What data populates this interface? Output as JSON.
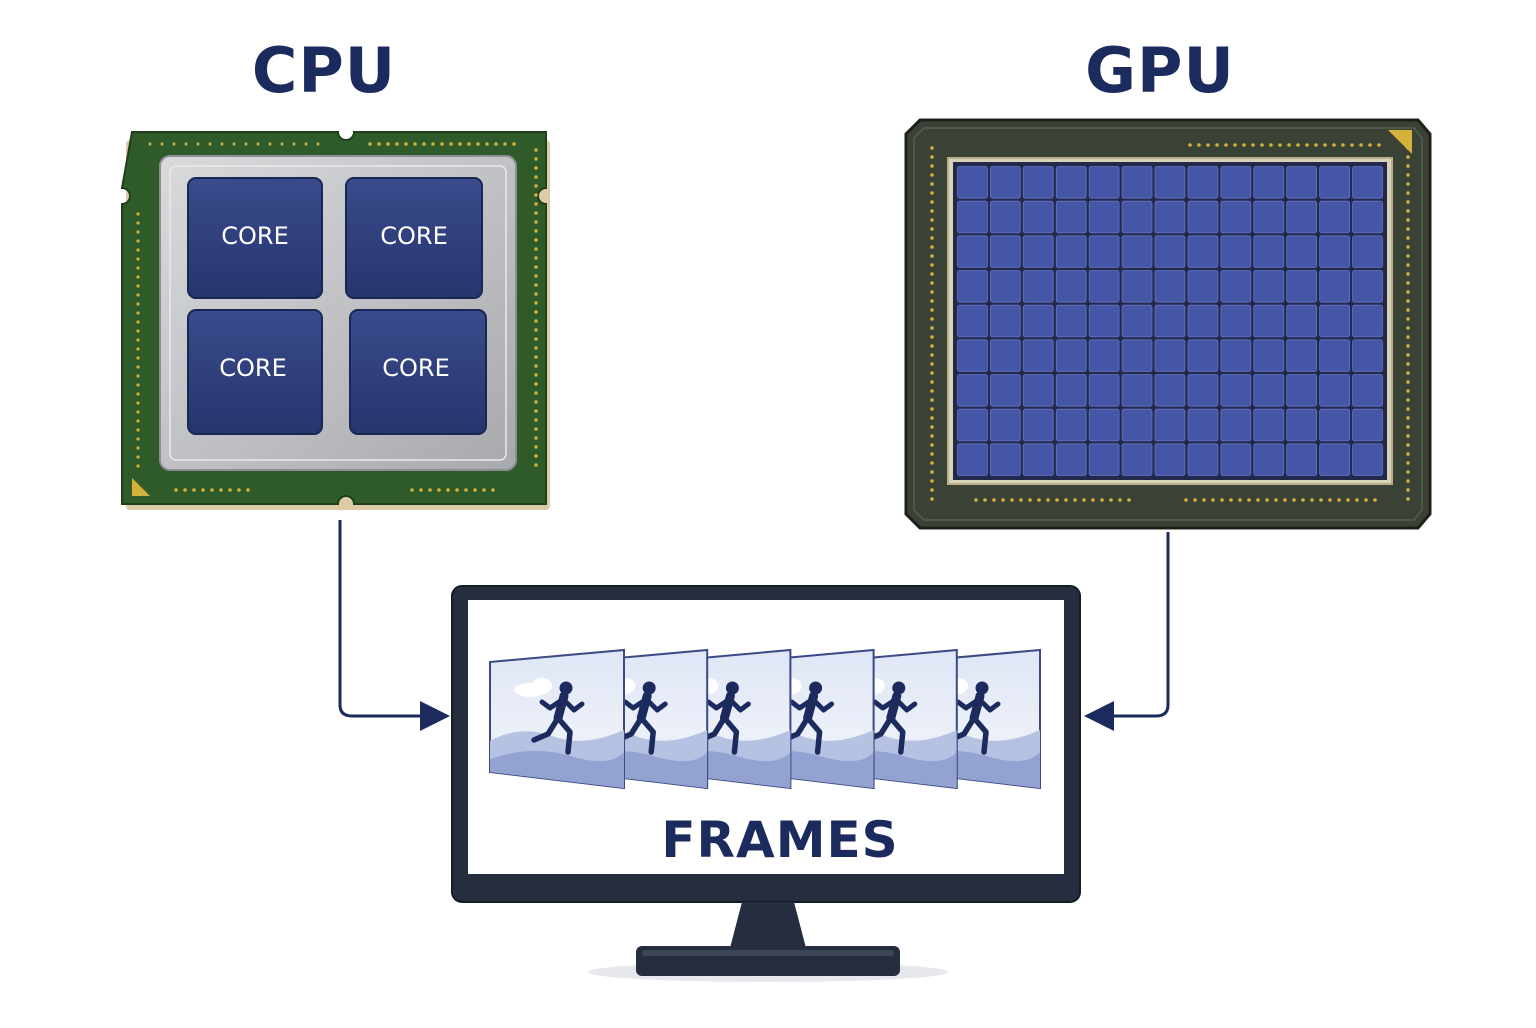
{
  "cpu": {
    "title": "CPU",
    "cores": [
      "CORE",
      "CORE",
      "CORE",
      "CORE"
    ]
  },
  "gpu": {
    "title": "GPU",
    "grid_columns": 13,
    "grid_rows": 9
  },
  "monitor": {
    "label": "FRAMES",
    "frame_count": 6
  },
  "colors": {
    "navy": "#1c2b5e",
    "core_blue": "#2f3f7e",
    "pcb_green": "#2f5b2a",
    "gpu_board": "#3a4236",
    "gpu_cell": "#4656a6",
    "gold": "#d4b13b",
    "heatspreader": "#bfc1c4"
  }
}
